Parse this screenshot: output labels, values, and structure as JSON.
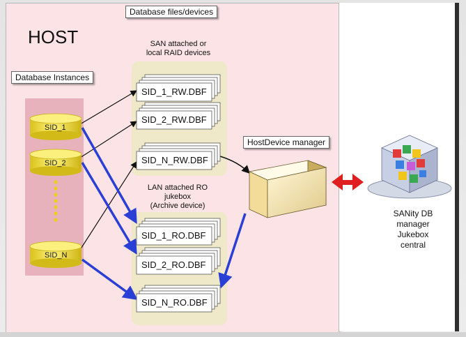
{
  "host": {
    "title": "HOST"
  },
  "labels": {
    "database_instances": "Database Instances",
    "database_files": "Database files/devices",
    "host_device_manager": "HostDevice manager",
    "san_caption": [
      "SAN attached or",
      "local RAID devices"
    ],
    "lan_caption": [
      "LAN attached RO",
      "jukebox",
      "(Archive device)"
    ],
    "sanity_caption": [
      "SANity DB",
      "manager",
      "Jukebox",
      "central"
    ]
  },
  "instances": [
    "SID_1",
    "SID_2",
    "SID_N"
  ],
  "rw_files": [
    "SID_1_RW.DBF",
    "SID_2_RW.DBF",
    "SID_N_RW.DBF"
  ],
  "ro_files": [
    "SID_1_RO.DBF",
    "SID_2_RO.DBF",
    "SID_N_RO.DBF"
  ],
  "colors": {
    "host_bg": "#fbe3e6",
    "instance_column": "#e7b2bb",
    "cylinder": "#f5e12e",
    "file_group": "#efe9c9",
    "blue_arrow": "#2a3fd6",
    "red_arrow": "#e02020"
  }
}
